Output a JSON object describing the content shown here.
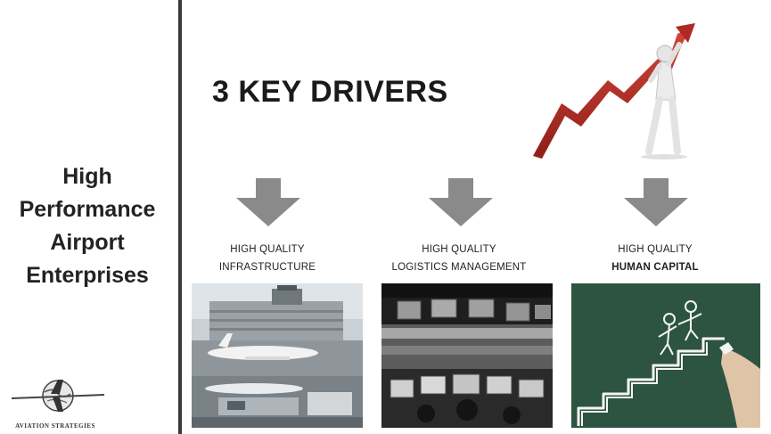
{
  "left_panel": {
    "title_lines": [
      "High",
      "Performance",
      "Airport",
      "Enterprises"
    ],
    "logo_text": "AVIATION STRATEGIES"
  },
  "main_title": "3 KEY DRIVERS",
  "drivers": [
    {
      "line1": "HIGH QUALITY",
      "line2": "INFRASTRUCTURE",
      "image_icon": "airport-terminal-photo"
    },
    {
      "line1": "HIGH QUALITY",
      "line2": "LOGISTICS MANAGEMENT",
      "image_icon": "control-room-photo"
    },
    {
      "line1": "HIGH QUALITY",
      "line2": "HUMAN CAPITAL",
      "image_icon": "chalkboard-stairs-photo"
    }
  ],
  "colors": {
    "arrow_gray": "#8a8a8a",
    "growth_red": "#b12a22",
    "divider": "#3a3a3a",
    "chalkboard": "#2f5a45"
  }
}
